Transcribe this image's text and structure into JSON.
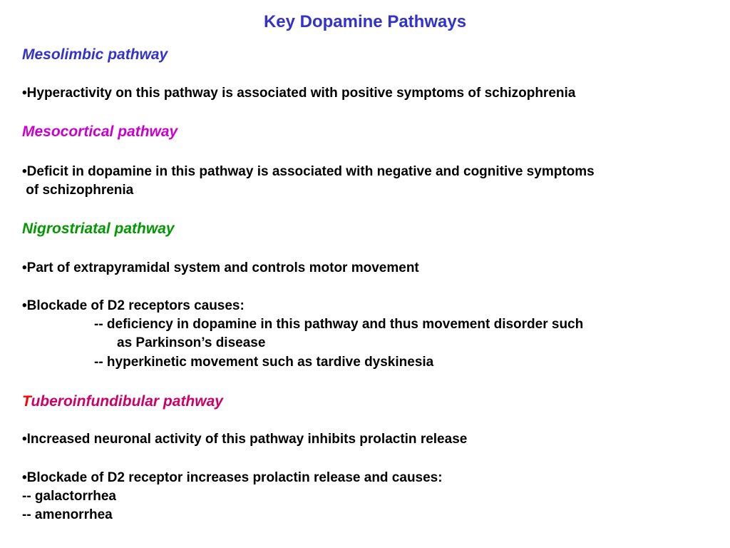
{
  "slide": {
    "title": "Key Dopamine Pathways",
    "colors": {
      "title": "#3333cc",
      "mesolimbic": "#3333cc",
      "mesocortical": "#cc00cc",
      "nigrostriatal": "#009900",
      "tuberoinfundibular": "#cc0066",
      "tuberoinfundibular_initial": "#ff0000",
      "body_text": "#000000"
    },
    "sections": {
      "mesolimbic": {
        "heading": "Mesolimbic pathway",
        "bullet1": "•Hyperactivity on this pathway is associated with positive symptoms of schizophrenia"
      },
      "mesocortical": {
        "heading": "Mesocortical pathway",
        "bullet1_line1": "•Deficit in dopamine in this pathway is associated with negative and cognitive symptoms",
        "bullet1_line2": " of schizophrenia"
      },
      "nigrostriatal": {
        "heading": "Nigrostriatal pathway",
        "bullet1": "•Part of extrapyramidal system and controls motor movement",
        "bullet2": "•Blockade of D2 receptors causes:",
        "sub1_line1": "-- deficiency in dopamine in this pathway and thus movement disorder such",
        "sub1_line2": "as Parkinson’s disease",
        "sub2": "-- hyperkinetic movement such as tardive dyskinesia"
      },
      "tuberoinfundibular": {
        "heading_initial": "T",
        "heading_rest": "uberoinfundibular pathway",
        "bullet1": "•Increased neuronal activity of this pathway inhibits prolactin release",
        "bullet2": "•Blockade of D2 receptor increases prolactin release and causes:",
        "sub1": "-- galactorrhea",
        "sub2": "-- amenorrhea"
      }
    }
  }
}
